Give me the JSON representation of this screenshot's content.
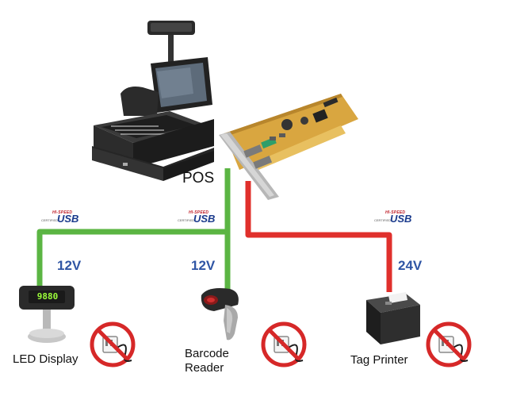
{
  "diagram": {
    "pos_label": "POS",
    "usb_logos": [
      {
        "word": "USB",
        "sub": "HI-SPEED",
        "cert": "CERTIFIED"
      },
      {
        "word": "USB",
        "sub": "HI-SPEED",
        "cert": "CERTIFIED"
      },
      {
        "word": "USB",
        "sub": "HI-SPEED",
        "cert": "CERTIFIED"
      }
    ],
    "voltages": {
      "led": "12V",
      "barcode": "12V",
      "printer": "24V"
    },
    "devices": {
      "led": {
        "label": "LED Display",
        "readout": "9880"
      },
      "barcode": {
        "label_line1": "Barcode",
        "label_line2": "Reader"
      },
      "printer": {
        "label": "Tag Printer"
      }
    },
    "colors": {
      "green_line": "#5bb543",
      "red_line": "#e0302c",
      "voltage_text": "#2f55a4",
      "card_pcb": "#d9a640",
      "no_adapter_red": "#d62828"
    }
  }
}
